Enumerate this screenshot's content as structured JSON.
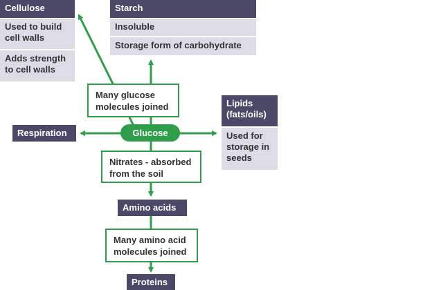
{
  "cellulose": {
    "title": "Cellulose",
    "facts": [
      "Used to build cell walls",
      "Adds strength to cell walls"
    ]
  },
  "starch": {
    "title": "Starch",
    "facts": [
      "Insoluble",
      "Storage form of carbohydrate"
    ]
  },
  "lipids": {
    "title": "Lipids (fats/oils)",
    "facts": [
      "Used for storage in seeds"
    ]
  },
  "respiration": {
    "title": "Respiration"
  },
  "glucose": {
    "label": "Glucose"
  },
  "process_glucose_joined": "Many glucose molecules joined",
  "process_nitrates": "Nitrates - absorbed from the soil",
  "amino_acids": {
    "title": "Amino acids"
  },
  "process_amino_joined": "Many amino acid molecules joined",
  "proteins": {
    "title": "Proteins"
  },
  "colors": {
    "header": "#4b4868",
    "cell": "#dcdbe6",
    "green": "#2f9e4b"
  }
}
